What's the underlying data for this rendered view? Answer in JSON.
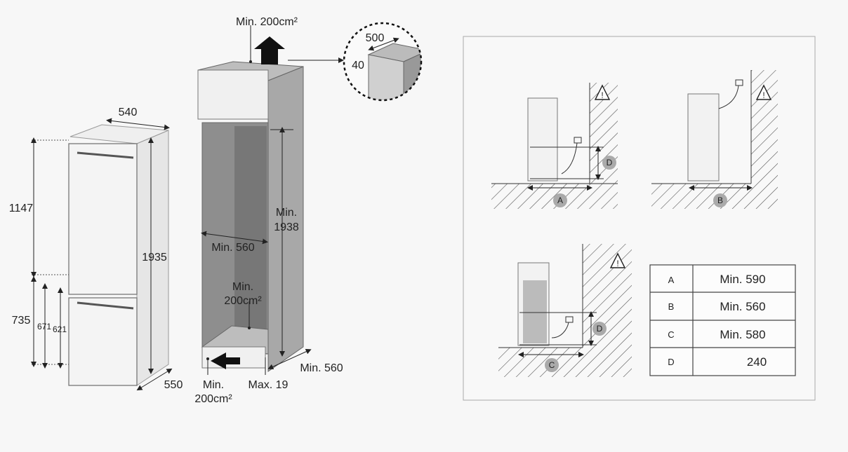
{
  "fridge": {
    "width": "540",
    "depth": "550",
    "height": "1935",
    "upper_door": "1147",
    "lower_door": "735",
    "dim_671": "671",
    "dim_621": "621"
  },
  "cabinet": {
    "vent_top": "Min. 200cm²",
    "inner_width": "Min. 560",
    "height_label": "Min.",
    "height_value": "1938",
    "vent_back_l1": "Min.",
    "vent_back_l2": "200cm²",
    "vent_bottom_l1": "Min.",
    "vent_bottom_l2": "200cm²",
    "gap_max": "Max. 19",
    "depth_min": "Min. 560",
    "detail_500": "500",
    "detail_40": "40"
  },
  "schemes": {
    "letter_a": "A",
    "letter_b": "B",
    "letter_c": "C",
    "letter_d": "D"
  },
  "table": {
    "rows": [
      {
        "key": "A",
        "value": "Min. 590"
      },
      {
        "key": "B",
        "value": "Min. 560"
      },
      {
        "key": "C",
        "value": "Min. 580"
      },
      {
        "key": "D",
        "value": "240"
      }
    ]
  }
}
